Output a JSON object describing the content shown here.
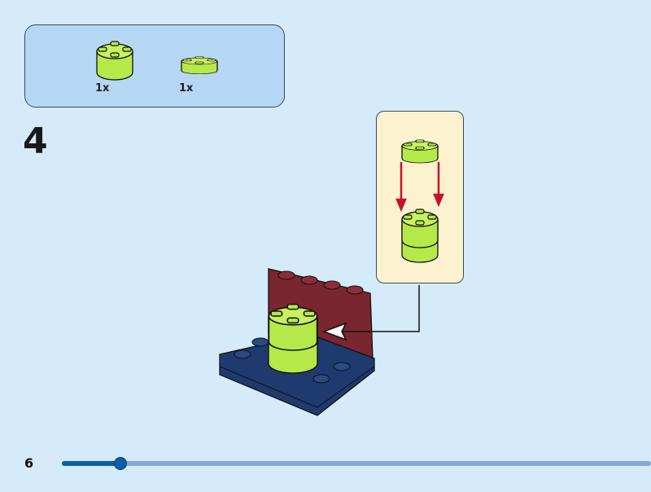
{
  "parts_list": {
    "items": [
      {
        "name": "round-brick-2x2",
        "qty": "1x"
      },
      {
        "name": "round-plate-2x2",
        "qty": "1x"
      }
    ]
  },
  "step": {
    "number": "4"
  },
  "footer": {
    "page_number": "6",
    "progress_percent": 10
  },
  "colors": {
    "background": "#d5ebfa",
    "lime": "#b5e94a",
    "dark_red": "#7a2630",
    "dark_blue": "#1f3a6e",
    "arrow_red": "#c8102e",
    "progress": "#0b5eab"
  }
}
